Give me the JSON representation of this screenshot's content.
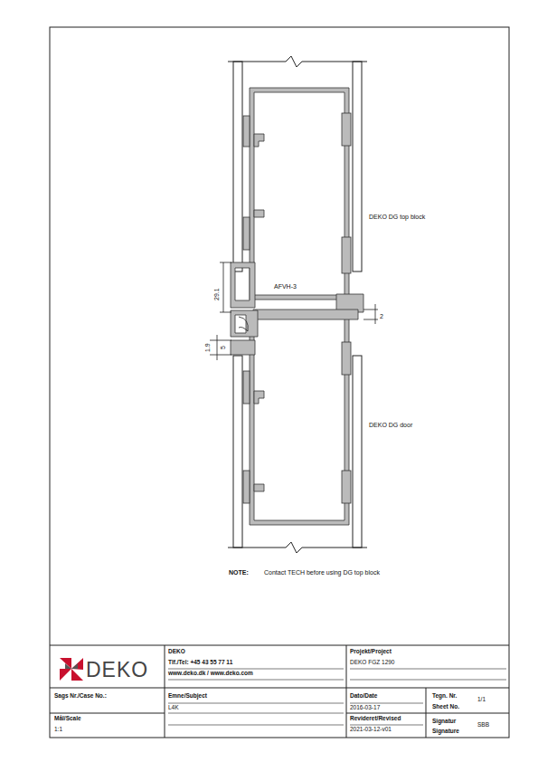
{
  "diagram": {
    "labels": [
      "DEKO DG top block",
      "AFVH-3",
      "29.1",
      "2",
      "1.9",
      "5",
      "DEKO DG door",
      "NOTE:",
      "Contact TECH before using DG top block",
      "DEKO",
      "DEKO",
      "Tlf./Tel: +45 43 55 77 11",
      "www.deko.dk / www.deko.com",
      "Projekt/Project",
      "DEKO FGZ 1290",
      "Sags Nr./Case No.:",
      "Emne/Subject",
      "L4K",
      "Dato/Date",
      "2016-03-17",
      "Tegn. Nr.",
      "Sheet No.",
      "1/1",
      "Mål/Scale",
      "1:1",
      "Revideret/Revised",
      "2021-03-12-v01",
      "Signatur",
      "Signature",
      "SBB"
    ]
  }
}
